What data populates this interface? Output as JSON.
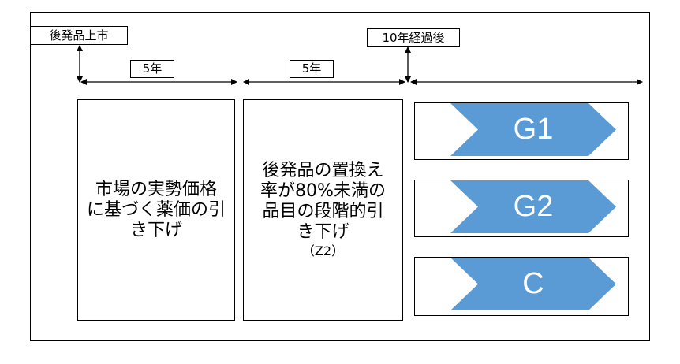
{
  "labels": {
    "launch": "後発品上市",
    "ten_years": "10年経過後",
    "period1": "5年",
    "period2": "5年"
  },
  "boxes": {
    "market_price": {
      "lines": [
        "市場の実勢価格",
        "に基づく薬価の引",
        "き下げ"
      ]
    },
    "substitution": {
      "lines": [
        "後発品の置換え",
        "率が80%未満の",
        "品目の段階的引",
        "き下げ"
      ],
      "sub": "（Z2）"
    }
  },
  "categories": [
    {
      "label": "G1"
    },
    {
      "label": "G2"
    },
    {
      "label": "C"
    }
  ],
  "colors": {
    "chevron": "#5b9bd5",
    "border": "#000000"
  }
}
